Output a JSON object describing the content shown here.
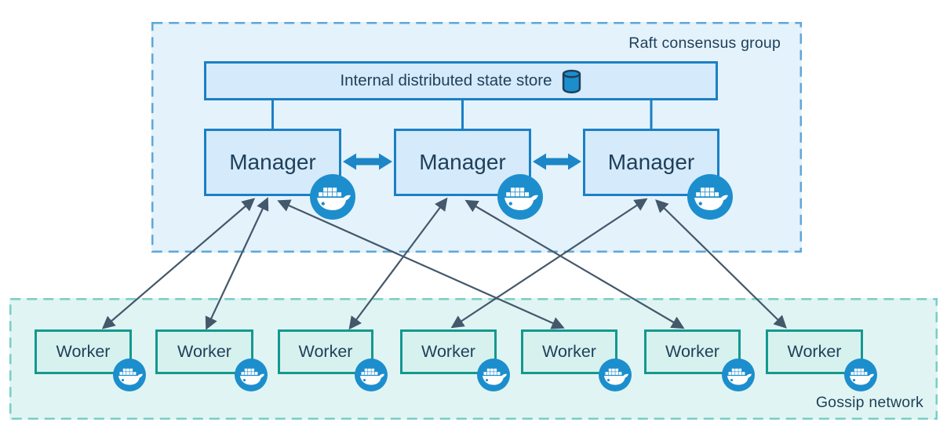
{
  "raft_group": {
    "label": "Raft consensus group",
    "state_store": {
      "label": "Internal distributed state store",
      "icon": "database-cylinder-icon"
    },
    "managers": [
      {
        "id": "manager-1",
        "label": "Manager",
        "icon": "docker-icon"
      },
      {
        "id": "manager-2",
        "label": "Manager",
        "icon": "docker-icon"
      },
      {
        "id": "manager-3",
        "label": "Manager",
        "icon": "docker-icon"
      }
    ]
  },
  "gossip_network": {
    "label": "Gossip network",
    "workers": [
      {
        "id": "worker-1",
        "label": "Worker",
        "icon": "docker-icon"
      },
      {
        "id": "worker-2",
        "label": "Worker",
        "icon": "docker-icon"
      },
      {
        "id": "worker-3",
        "label": "Worker",
        "icon": "docker-icon"
      },
      {
        "id": "worker-4",
        "label": "Worker",
        "icon": "docker-icon"
      },
      {
        "id": "worker-5",
        "label": "Worker",
        "icon": "docker-icon"
      },
      {
        "id": "worker-6",
        "label": "Worker",
        "icon": "docker-icon"
      },
      {
        "id": "worker-7",
        "label": "Worker",
        "icon": "docker-icon"
      }
    ]
  },
  "links": {
    "store_connectors": [
      "manager-1",
      "manager-2",
      "manager-3"
    ],
    "manager_peer": [
      {
        "from": "manager-1",
        "to": "manager-2",
        "style": "thick-double-arrow"
      },
      {
        "from": "manager-2",
        "to": "manager-3",
        "style": "thick-double-arrow"
      }
    ],
    "manager_worker": [
      {
        "from": "manager-1",
        "to": "worker-1",
        "style": "thin-double-arrow"
      },
      {
        "from": "manager-1",
        "to": "worker-2",
        "style": "thin-double-arrow"
      },
      {
        "from": "manager-1",
        "to": "worker-5",
        "style": "thin-double-arrow"
      },
      {
        "from": "manager-2",
        "to": "worker-3",
        "style": "thin-double-arrow"
      },
      {
        "from": "manager-2",
        "to": "worker-6",
        "style": "thin-double-arrow"
      },
      {
        "from": "manager-3",
        "to": "worker-4",
        "style": "thin-double-arrow"
      },
      {
        "from": "manager-3",
        "to": "worker-7",
        "style": "thin-double-arrow"
      }
    ]
  },
  "colors": {
    "raft_fill": "#e4f2fb",
    "raft_border": "#5ea7d8",
    "blue_node_fill": "#d5eafa",
    "blue_node_border": "#1b80c4",
    "gossip_fill": "#e0f5f3",
    "gossip_border": "#79cdc7",
    "worker_fill": "#d7f2ee",
    "worker_border": "#14988f",
    "docker_blue": "#1d8ecd",
    "text": "#1e3f5a",
    "thin_arrow": "#44586b"
  }
}
